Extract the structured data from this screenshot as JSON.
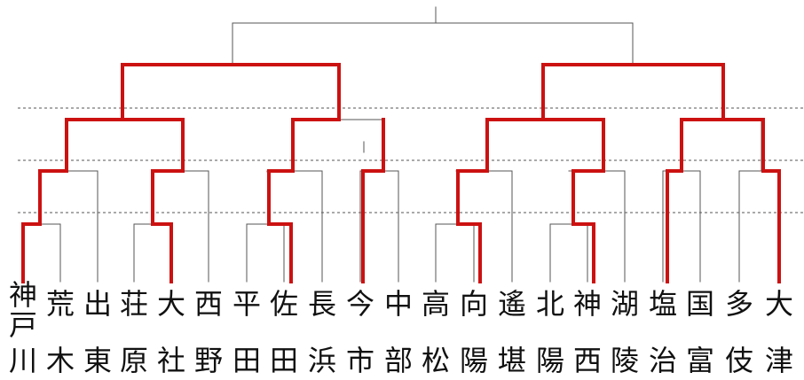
{
  "colors": {
    "line": "#555555",
    "winner": "#cc1111",
    "dashed": "#555555",
    "text": "#111111"
  },
  "teams": [
    {
      "top": "神戸",
      "bottom": "川"
    },
    {
      "top": "荒",
      "bottom": "木"
    },
    {
      "top": "出",
      "bottom": "東"
    },
    {
      "top": "荘",
      "bottom": "原"
    },
    {
      "top": "大",
      "bottom": "社"
    },
    {
      "top": "西",
      "bottom": "野"
    },
    {
      "top": "平",
      "bottom": "田"
    },
    {
      "top": "佐",
      "bottom": "田"
    },
    {
      "top": "長",
      "bottom": "浜"
    },
    {
      "top": "今",
      "bottom": "市"
    },
    {
      "top": "中",
      "bottom": "部"
    },
    {
      "top": "高",
      "bottom": "松"
    },
    {
      "top": "向",
      "bottom": "陽"
    },
    {
      "top": "遙",
      "bottom": "堪"
    },
    {
      "top": "北",
      "bottom": "陽"
    },
    {
      "top": "神",
      "bottom": "西"
    },
    {
      "top": "湖",
      "bottom": "陵"
    },
    {
      "top": "塩",
      "bottom": "治"
    },
    {
      "top": "国",
      "bottom": "富"
    },
    {
      "top": "多",
      "bottom": "伎"
    },
    {
      "top": "大",
      "bottom": "津"
    }
  ]
}
